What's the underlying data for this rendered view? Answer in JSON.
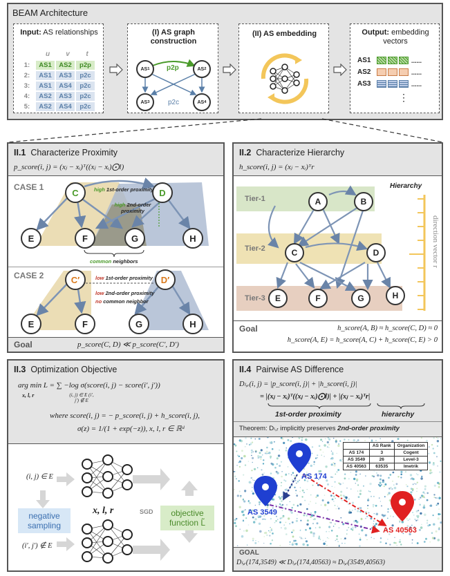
{
  "top": {
    "title": "BEAM Architecture",
    "input_title_bold": "Input:",
    "input_title_rest": " AS relationships",
    "cols": [
      "u",
      "v",
      "t"
    ],
    "rows": [
      {
        "n": "1:",
        "u": "AS1",
        "v": "AS2",
        "t": "p2p"
      },
      {
        "n": "2:",
        "u": "AS1",
        "v": "AS3",
        "t": "p2c"
      },
      {
        "n": "3:",
        "u": "AS1",
        "v": "AS4",
        "t": "p2c"
      },
      {
        "n": "4:",
        "u": "AS2",
        "v": "AS3",
        "t": "p2c"
      },
      {
        "n": "5:",
        "u": "AS2",
        "v": "AS4",
        "t": "p2c"
      }
    ],
    "graph_title": "(I) AS graph construction",
    "graph_p2p": "p2p",
    "graph_p2c": "p2c",
    "embed_title": "(II) AS embedding",
    "output_title_bold": "Output:",
    "output_title_rest": " embedding vectors",
    "out_rows": [
      "AS1",
      "AS2",
      "AS3"
    ],
    "dots": "......",
    "vdots": "⋮"
  },
  "p21": {
    "title": "Characterize Proximity",
    "num": "II.1",
    "formula": "p_score(i, j) = (xⱼ − xᵢ)ᵀ((xⱼ − xᵢ)⨀l)",
    "case1": "CASE 1",
    "case2": "CASE 2",
    "high1": "high",
    "high1_rest": " 1st-order proximity",
    "high2": "high",
    "high2_rest": " 2nd-order proximity",
    "common_bold": "common",
    "common_rest": " neighbors",
    "low1": "low",
    "low1_rest": " 1st-order proximity",
    "low2": "low",
    "low2_rest": " 2nd-order proximity",
    "no": "no",
    "no_rest": " common neighbor",
    "goal": "Goal",
    "goal_formula": "p_score(C, D) ≪ p_score(C′, D′)"
  },
  "p22": {
    "num": "II.2",
    "title": "Characterize Hierarchy",
    "formula": "h_score(i, j) = (xⱼ − xᵢ)ᵀr",
    "tiers": [
      "Tier-1",
      "Tier-2",
      "Tier-3"
    ],
    "hierarchy": "Hierarchy",
    "direction": "direction vector r",
    "goal": "Goal",
    "goal_line1": "h_score(A, B) ≈ h_score(C, D) ≈ 0",
    "goal_line2": "h_score(A, E) = h_score(A, C) + h_score(C, E) > 0"
  },
  "p23": {
    "num": "II.3",
    "title": "Optimization Objective",
    "argmin": "arg min L = ∑ −log σ(score(i, j) − score(i′, j′))",
    "argmin_sub": "x, l, r",
    "sum_sub": "(i, j) ∈ E  (i′, j′) ∉ E",
    "where1": "where  score(i, j) = − p_score(i, j) + h_score(i, j),",
    "where2": "σ(z) = 1/(1 + exp(−z)),  x, l, r ∈ ℝᵈ",
    "pos": "(i, j) ∈ E",
    "neg": "(i′, j′) ∉ E",
    "neg_sampling": "negative sampling",
    "sgd": "SGD",
    "xlr": "x, l, r",
    "objective": "objective function L̃"
  },
  "p24": {
    "num": "II.4",
    "title": "Pairwise AS Difference",
    "f1": "Dₗ,ᵣ(i, j) = |p_score(i, j)| + |h_score(i, j)|",
    "f2": "= |(xⱼ − xᵢ)ᵀ((xⱼ − xᵢ)⨀l)| + |(xⱼ − xᵢ)ᵀr|",
    "first": "1st-order proximity",
    "hier": "hierarchy",
    "theorem": "Theorem: Dₗ,ᵣ implicitly preserves",
    "theorem_bold": "2nd-order proximity",
    "table_head": [
      "",
      "AS Rank",
      "Organization"
    ],
    "table_rows": [
      [
        "AS 174",
        "3",
        "Cogent"
      ],
      [
        "AS 3549",
        "26",
        "Level-3"
      ],
      [
        "AS 40563",
        "63535",
        "Imetrik"
      ]
    ],
    "pin1": "AS 174",
    "pin2": "AS 3549",
    "pin3": "AS 40563",
    "goal": "GOAL",
    "goal_formula": "Dₗ,ᵣ(174,3549) ≪ Dₗ,ᵣ(174,40563) ≈ Dₗ,ᵣ(3549,40563)"
  }
}
